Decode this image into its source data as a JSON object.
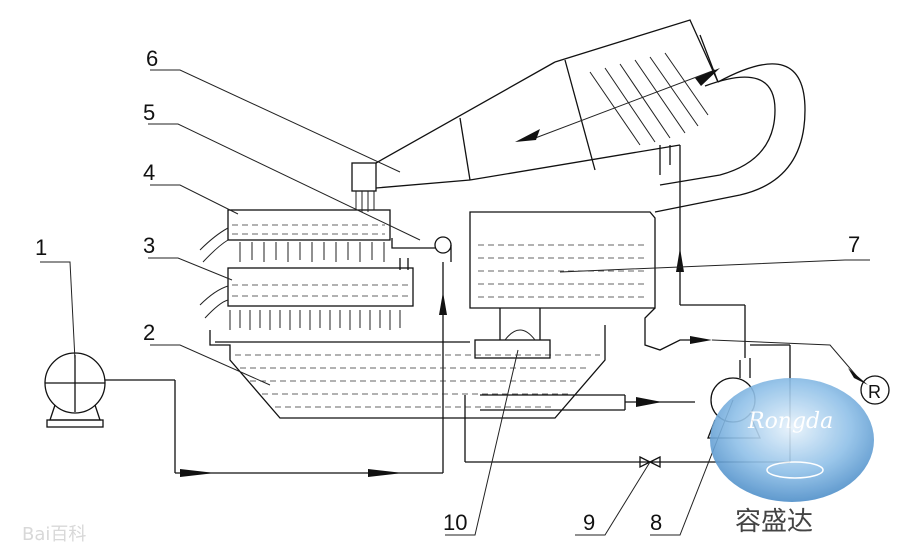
{
  "labels": [
    {
      "id": "1",
      "text": "1"
    },
    {
      "id": "2",
      "text": "2"
    },
    {
      "id": "3",
      "text": "3"
    },
    {
      "id": "4",
      "text": "4"
    },
    {
      "id": "5",
      "text": "5"
    },
    {
      "id": "6",
      "text": "6"
    },
    {
      "id": "7",
      "text": "7"
    },
    {
      "id": "8",
      "text": "8"
    },
    {
      "id": "9",
      "text": "9"
    },
    {
      "id": "10",
      "text": "10"
    }
  ],
  "watermark": {
    "brand_cn": "容盛达",
    "brand_latin": "Rongda",
    "registered": "R",
    "baidu": "Bai百科"
  },
  "colors": {
    "line": "#111111",
    "logo_blue": "#7fb3e0",
    "background": "#ffffff"
  }
}
